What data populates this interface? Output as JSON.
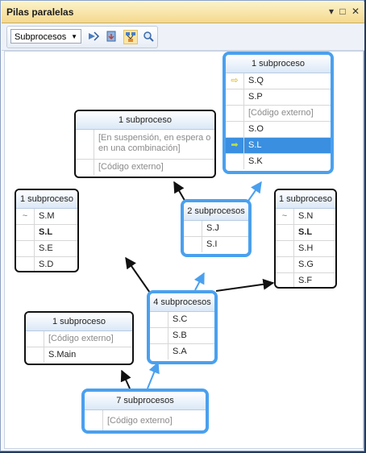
{
  "window": {
    "title": "Pilas paralelas",
    "controls": [
      "▾",
      "□",
      "✕"
    ]
  },
  "toolbar": {
    "view_selector": "Subprocesos",
    "tools": [
      "toggle-method-view-icon",
      "auto-scroll-icon",
      "toggle-zoom-icon",
      "magnify-icon"
    ]
  },
  "nodes": {
    "top_right": {
      "header": "1 subproceso",
      "rows": [
        {
          "text": "S.Q",
          "icon": "arrow-icon"
        },
        {
          "text": "S.P"
        },
        {
          "text": "[Código externo]",
          "gray": true
        },
        {
          "text": "S.O"
        },
        {
          "text": "S.L",
          "icon": "arrow-green-icon",
          "current": true
        },
        {
          "text": "S.K"
        }
      ]
    },
    "top_middle": {
      "header": "1 subproceso",
      "rows": [
        {
          "text": "[En suspensión, en espera o en una combinación]",
          "gray": true
        },
        {
          "text": "[Código externo]",
          "gray": true
        }
      ]
    },
    "left": {
      "header": "1 subproceso",
      "rows": [
        {
          "text": "S.M",
          "icon": "wave-icon"
        },
        {
          "text": "S.L",
          "bold": true
        },
        {
          "text": "S.E"
        },
        {
          "text": "S.D"
        }
      ]
    },
    "middle": {
      "header": "2 subprocesos",
      "rows": [
        {
          "text": "S.J"
        },
        {
          "text": "S.I"
        }
      ]
    },
    "right": {
      "header": "1 subproceso",
      "rows": [
        {
          "text": "S.N",
          "icon": "wave-icon"
        },
        {
          "text": "S.L",
          "bold": true
        },
        {
          "text": "S.H"
        },
        {
          "text": "S.G"
        },
        {
          "text": "S.F"
        }
      ]
    },
    "four": {
      "header": "4 subprocesos",
      "rows": [
        {
          "text": "S.C"
        },
        {
          "text": "S.B"
        },
        {
          "text": "S.A"
        }
      ]
    },
    "main": {
      "header": "1 subproceso",
      "rows": [
        {
          "text": "[Código externo]",
          "gray": true
        },
        {
          "text": "S.Main"
        }
      ]
    },
    "bottom": {
      "header": "7 subprocesos",
      "rows": [
        {
          "text": "[Código externo]",
          "gray": true
        }
      ]
    }
  },
  "colors": {
    "highlight": "#4aa0ee",
    "current_row": "#3a8fe0",
    "edge": "#111111"
  }
}
